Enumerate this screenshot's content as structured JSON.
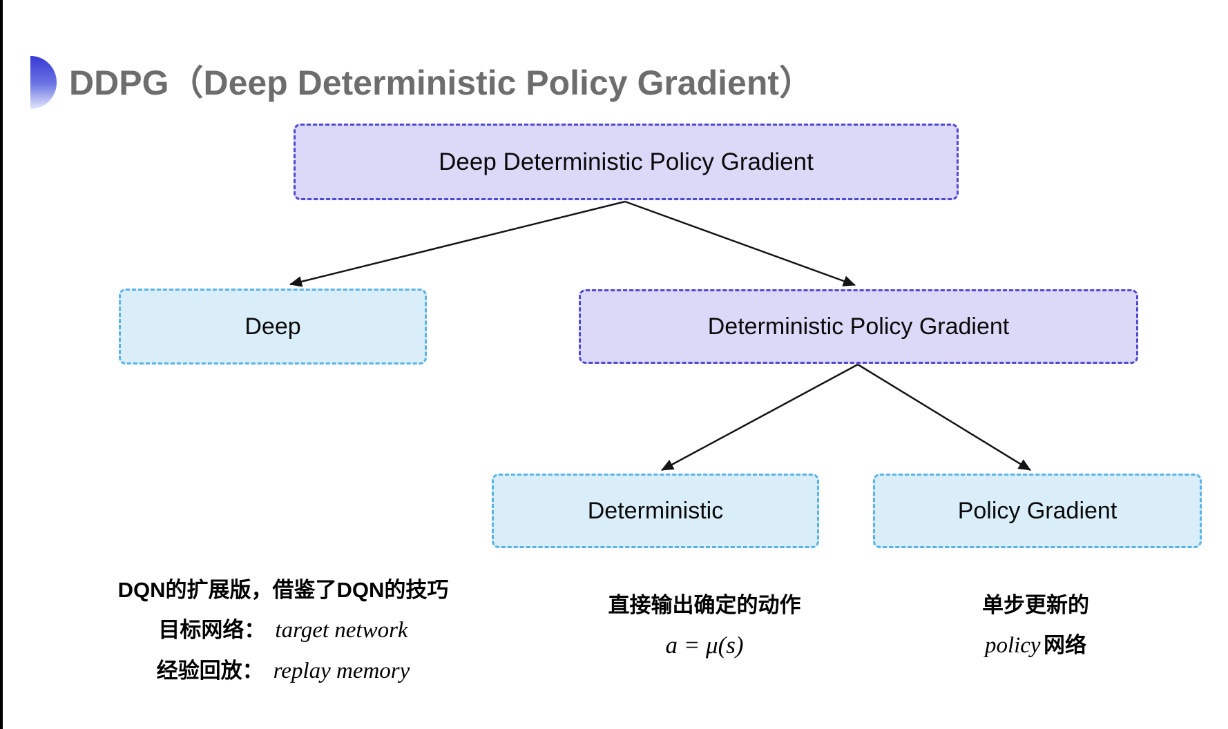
{
  "page": {
    "title": "DDPG（Deep Deterministic Policy Gradient）"
  },
  "colors": {
    "title_text": "#6d6d6d",
    "lavender_fill": "#dbd8f8",
    "lavender_border": "#4f48d2",
    "cyan_fill": "#daeefa",
    "cyan_border": "#57b2e6",
    "arrow": "#141414",
    "bullet_gradient_top": "#3639d4",
    "bullet_gradient_bottom": "#e4e7fb",
    "node_text": "#0a0a0a",
    "left_edge": "#000000"
  },
  "tree": {
    "root": {
      "label": "Deep Deterministic Policy Gradient"
    },
    "level1": [
      {
        "label": "Deep"
      },
      {
        "label": "Deterministic Policy Gradient"
      }
    ],
    "level2": [
      {
        "label": "Deterministic"
      },
      {
        "label": "Policy Gradient"
      }
    ]
  },
  "notes": {
    "deep": {
      "line1": "DQN的扩展版，借鉴了DQN的技巧",
      "line2_zh": "目标网络：",
      "line2_en": "target network",
      "line3_zh": "经验回放：",
      "line3_en": "replay memory"
    },
    "deterministic": {
      "line1": "直接输出确定的动作",
      "formula": "a = μ(s)"
    },
    "policy_gradient": {
      "line1": "单步更新的",
      "line2_en": "policy",
      "line2_zh": "网络"
    }
  }
}
